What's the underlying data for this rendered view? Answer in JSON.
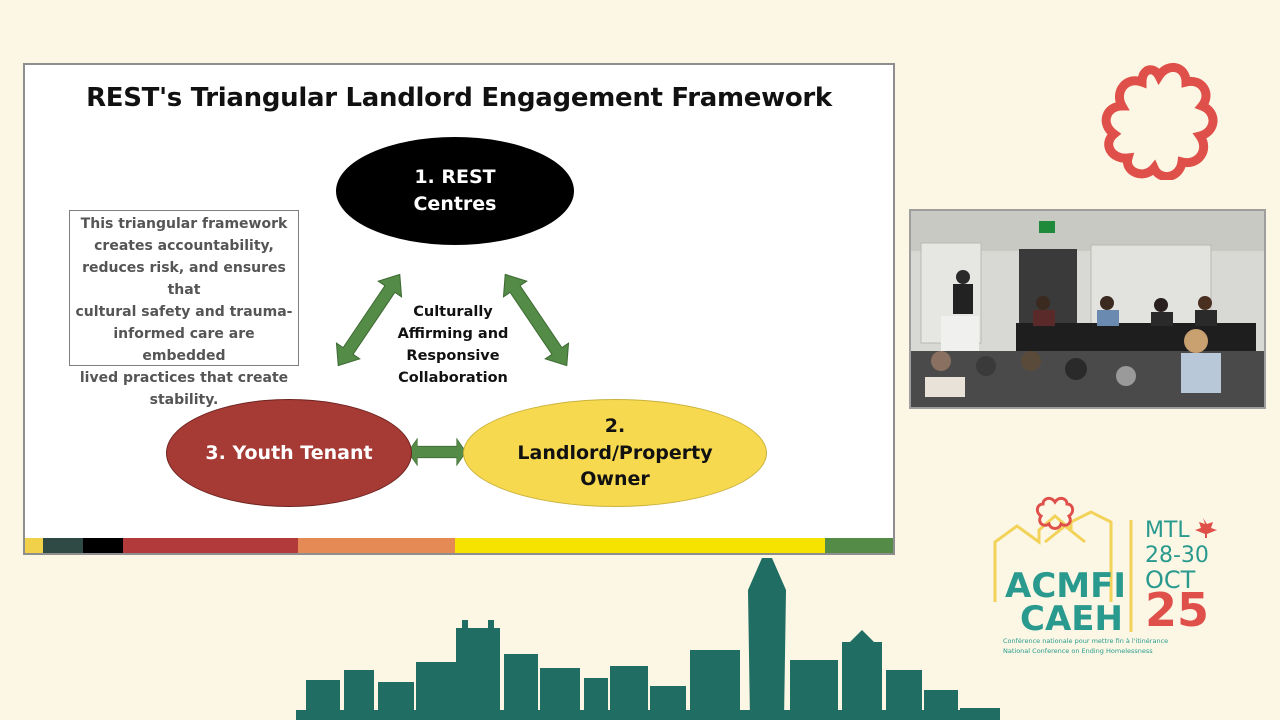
{
  "slide": {
    "title": "REST's Triangular Landlord Engagement Framework",
    "node_rest": "1. REST\nCentres",
    "node_youth": "3. Youth Tenant",
    "node_landlord": "2.\nLandlord/Property\nOwner",
    "center_label": "Culturally\nAffirming and\nResponsive\nCollaboration",
    "textbox": "This triangular framework\ncreates accountability,\nreduces risk, and ensures that\ncultural safety and trauma-\ninformed care are embedded\nlived practices that create\nstability.",
    "colors": {
      "arrow": "#548b47",
      "rest_node": "#000000",
      "youth_node": "#a63a34",
      "landlord_node": "#f6d94f"
    },
    "stripe_colors": [
      "#f1d04a",
      "#2f4a44",
      "#000000",
      "#b23a3a",
      "#e58a55",
      "#f7e300",
      "#548b47"
    ]
  },
  "logo": {
    "acmfi": "ACMFI",
    "caeh": "CAEH",
    "city": "MTL",
    "dates": "28-30",
    "month": "OCT",
    "year": "25",
    "tagline_fr": "Conférence nationale pour mettre fin à l'itinérance",
    "tagline_en": "National Conference on Ending Homelessness",
    "colors": {
      "teal": "#2a9a8e",
      "red": "#e0504b",
      "yellow": "#f3d25a"
    }
  },
  "background": {
    "page_color": "#fbf7e4",
    "skyline_color": "#1f6d63",
    "flower_color": "#e0504b"
  }
}
